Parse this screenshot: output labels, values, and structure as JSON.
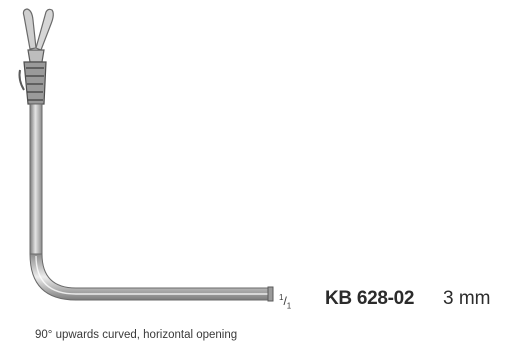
{
  "product": {
    "scale_numerator": "1",
    "scale_denominator": "1",
    "article_number": "KB 628-02",
    "size": "3 mm",
    "description": "90° upwards curved, horizontal opening"
  },
  "colors": {
    "metal_dark": "#6e6e6e",
    "metal_mid": "#a9a9a9",
    "metal_light": "#e2e2e2",
    "text": "#2b2b2b"
  }
}
